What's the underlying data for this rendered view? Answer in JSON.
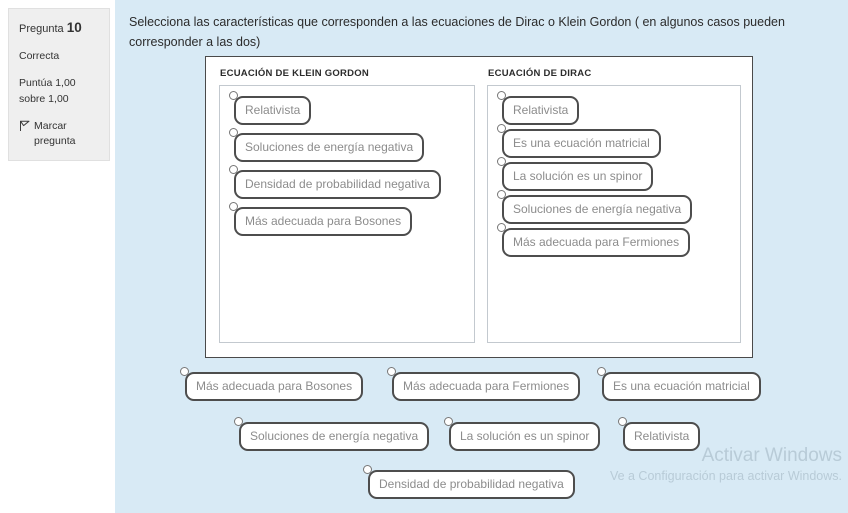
{
  "sidebar": {
    "question_label": "Pregunta",
    "question_number": "10",
    "state": "Correcta",
    "grade": "Puntúa 1,00 sobre 1,00",
    "flag_icon": "flag-icon",
    "flag_label": "Marcar pregunta"
  },
  "prompt": "Selecciona las características que corresponden a las ecuaciones de Dirac o Klein Gordon ( en algunos casos pueden corresponder a las dos)",
  "zones": [
    {
      "title": "ECUACIÓN DE KLEIN GORDON",
      "items": [
        "Relativista",
        "Soluciones de energía negativa",
        "Densidad de probabilidad negativa",
        "Más adecuada para Bosones"
      ]
    },
    {
      "title": "ECUACIÓN DE DIRAC",
      "items": [
        "Relativista",
        "Es una ecuación matricial",
        "La solución es un spinor",
        "Soluciones de energía negativa",
        "Más adecuada para Fermiones"
      ]
    }
  ],
  "bank": {
    "rows": [
      [
        "Más adecuada para Bosones",
        "Más adecuada para Fermiones",
        "Es una ecuación matricial"
      ],
      [
        "Soluciones de energía negativa",
        "La solución es un spinor",
        "Relativista"
      ],
      [
        "Densidad de probabilidad negativa"
      ]
    ]
  },
  "watermark": {
    "line1": "Activar Windows",
    "line2": "Ve a Configuración para activar Windows."
  },
  "colors": {
    "content_bg": "#d8eaf5",
    "sidebar_bg": "#efefef",
    "chip_border": "#4d4d4d",
    "chip_text": "#8c8c8c",
    "zone_border": "#c3c9cf",
    "container_border": "#4a4a4a",
    "watermark_text": "#b8cbd7"
  }
}
